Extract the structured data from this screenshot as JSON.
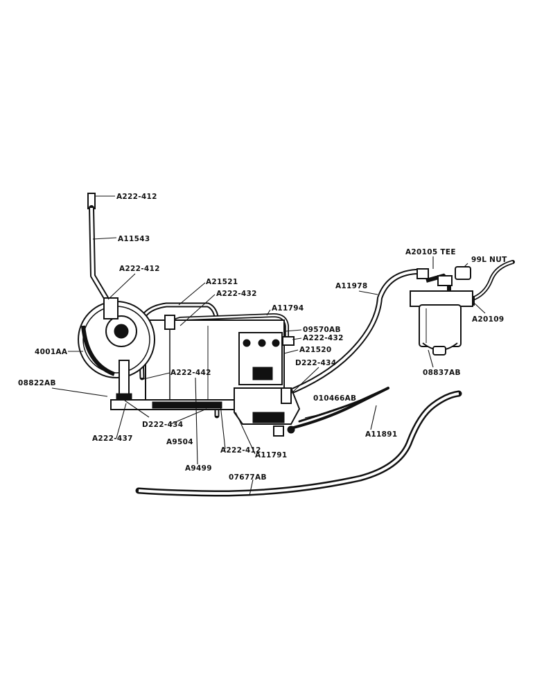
{
  "labels": {
    "a222_412_top": "A222-412",
    "a11543": "A11543",
    "a222_412_upper": "A222-412",
    "a21521": "A21521",
    "a222_432_upper": "A222-432",
    "a11794": "A11794",
    "a09570ab": "09570AB",
    "a222_432_right": "A222-432",
    "a21520": "A21520",
    "d222_434_right": "D222-434",
    "a4001aa": "4001AA",
    "a08822ab": "08822AB",
    "a222_442": "A222-442",
    "d222_434_left": "D222-434",
    "a222_437": "A222-437",
    "a9504": "A9504",
    "a222_412_bottom": "A222-412",
    "a11791": "A11791",
    "a9499": "A9499",
    "a010466ab": "010466AB",
    "a11891": "A11891",
    "a07677ab": "07677AB",
    "a11978": "A11978",
    "a20105_tee": "A20105  TEE",
    "nut_99l": "99L NUT",
    "a20109": "A20109",
    "a08837ab": "08837AB"
  }
}
